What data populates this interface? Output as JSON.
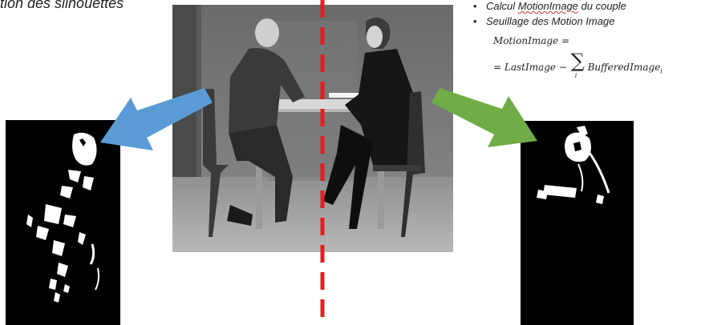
{
  "header": {
    "title_fragment": "tion des silhouettes"
  },
  "bullets": [
    {
      "pre": "Calcul ",
      "underlined": "MotionImage",
      "post": " du couple"
    },
    {
      "pre": "Seuillage des Motion Image",
      "underlined": "",
      "post": ""
    }
  ],
  "formula": {
    "line1": "MotionImage =",
    "line2_prefix": "= LastImage −",
    "sum_symbol": "∑",
    "sum_index": "i",
    "line2_term": "BufferedImage",
    "line2_subscript": "i"
  },
  "colors": {
    "arrow_left": "#5b9bd5",
    "arrow_right": "#70ad47",
    "divider": "#e02020",
    "spellcheck": "#d03030"
  },
  "icons": {
    "photo": "couple-at-table-photo",
    "left_mask": "binary-silhouette-man",
    "right_mask": "binary-silhouette-woman"
  }
}
